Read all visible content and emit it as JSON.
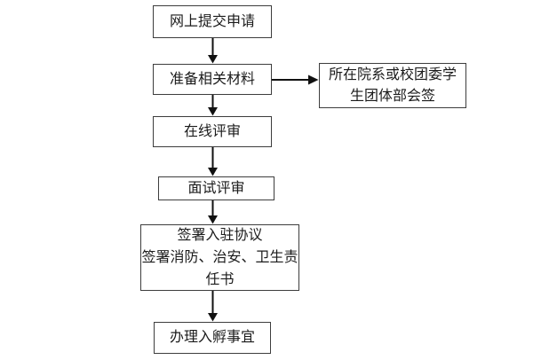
{
  "flowchart": {
    "nodes": [
      {
        "id": "submit-application",
        "label": "网上提交申请"
      },
      {
        "id": "prepare-materials",
        "label": "准备相关材料"
      },
      {
        "id": "countersign",
        "lines": [
          "所在院系或校团委学",
          "生团体部会签"
        ]
      },
      {
        "id": "online-review",
        "label": "在线评审"
      },
      {
        "id": "interview-review",
        "label": "面试评审"
      },
      {
        "id": "sign-agreements",
        "lines": [
          "签署入驻协议",
          "签署消防、治安、卫生责",
          "任书"
        ]
      },
      {
        "id": "incubation",
        "label": "办理入孵事宜"
      }
    ],
    "edges": [
      {
        "from": "submit-application",
        "to": "prepare-materials"
      },
      {
        "from": "prepare-materials",
        "to": "countersign"
      },
      {
        "from": "prepare-materials",
        "to": "online-review"
      },
      {
        "from": "online-review",
        "to": "interview-review"
      },
      {
        "from": "interview-review",
        "to": "sign-agreements"
      },
      {
        "from": "sign-agreements",
        "to": "incubation"
      }
    ],
    "colors": {
      "background": "#ffffff",
      "box_border": "#3d3d3d",
      "text": "#1b1b1b",
      "arrow": "#111111"
    }
  }
}
